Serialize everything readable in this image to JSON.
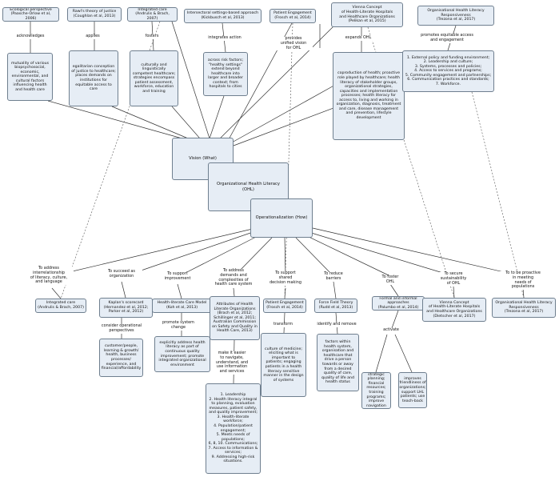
{
  "nodes": {
    "vision": "Vision (What)",
    "ohl": "Organizational Health Literacy (OHL)",
    "operationalization": "Operationalization (How)",
    "ecological": "Ecological perspective\n(Paasche-Orlow et al, 2006)",
    "rawls": "Rawl's theory of justice\n(Coughlan et al, 2013)",
    "integrated_top": "Integrated care\n(Andrulis & Brach, 2007)",
    "intersectoral": "Intersectoral settings-based approach\n(Kickbusch et al, 2013)",
    "patient_top": "Patient Engagement\n(Frosch et al, 2014)",
    "vienna_top": "Vienna Concept\nof Health-Literate Hospitals\nand Healthcare Organizations\n(Pelikan et al, 2015)",
    "ohlr_top": "Organisational Health Literacy\nResponsiveness\n(Trezona et al, 2017)",
    "mutuality": "mutuality of various biopsychosocial, economic, environmental, and cultural factors influencing health and health care",
    "egalitarian": "egalitarian conception of justice to healthcare; places demands on institutions for equitable access to care",
    "culturally": "culturally and linguistically competent healthcare; strategies encompass patient assessment, workforce, education and training",
    "across_risk": "across risk factors; \"healthy settings\" extend beyond healthcare into larger and broader context; from hospitals to cities",
    "coproduction": "coproduction of health; proactive role played by healthcare; health literacy of stakeholder groups, organizational strategies, capacities and implementation processes; health literacy for access to, living and working in organization, diagnosis, treatment and care, disease management and prevention, lifestyle development",
    "policy_list": "1. External policy and funding environment;\n2. Leadership and culture;\n3. Systems, processes and policies;\n4. Access to services and programs;\n5. Community engagement and partnerships;\n6. Communication practices and standards;\n7. Workforce.",
    "integrated_bottom": "Integrated care\n(Andrulis & Brach, 2007)",
    "kaplan": "Kaplan's scorecard\n(Hernandez et al, 2012;\nParker et al, 2012)",
    "hlcm": "Health-literate Care Model\n(Koh et al, 2013)",
    "attributes": "Attributes of Health Literate Organizations (Brach et al, 2012; Schillinger et al, 2011; Australian Commission on Safety and Quality in Health Care, 2013)",
    "patient_bottom": "Patient Engagement\n(Frosch et al, 2014)",
    "force_field": "Force Field Theory\n(Rudd et al, 2013)",
    "formal": "Formal and informal approaches\n(Palumbo et al, 2014)",
    "vienna_bottom": "Vienna Concept\nof Health-Literate Hospitals\nand Healthcare Organizations\n(Dietscher et al, 2017)",
    "ohlr_bottom": "Organisational Health Literacy\nResponsiveness\n(Trezona et al, 2017)",
    "customer": "customer/people, learning & growth/ health, business processes/ experience, and financial/affordability",
    "explicitly": "explicitly address health literacy as part of continuous quality improvement; promote integrated organizational environment",
    "leadership_list": "1. Leadership\n2. Health literacy integral to planning, evaluation measures, patient safety, and quality improvement;\n3. Health-literate workforce;\n4. Population/patient engagement;\n5. Meets needs of populations;\n6, 8, 10. Communications;\n7. Access to information & services;\n9. Addressing high-risk situations.",
    "culture_medicine": "culture of medicine; eliciting what is important to patients; engaging patients in a health literacy sensitive manner in the design of systems",
    "factors": "factors within health system, organisation and healthcare that drive a person towards or away from a desired quality of care, quality of life and health status",
    "strategic": "strategic planning; financial resources; training programs; improve navigation",
    "improves": "improves friendliness of organizations; support LHL patients; use teach-back"
  },
  "labels": {
    "acknowledges": "acknowledges",
    "applies": "applies",
    "fosters": "fosters",
    "integrates": "integrates action",
    "provides": "provides\nunified vision\nfor OHL",
    "expands": "expands OHL",
    "promotes_access": "promotes equitable access\nand engagement",
    "address_interrelationship": "To address\ninterrelationship\nof literacy, culture,\nand language",
    "succeed": "To succeed as\norganization",
    "support_improvement": "To support\nimprovement",
    "address_demands": "To address\ndemands and\ncomplexities of\nhealth care system",
    "support_decision": "To support\nshared\ndecision making",
    "reduce_barriers": "To reduce\nbarriers",
    "foster_ohl": "To foster\nOHL",
    "secure": "To secure\nsustainability\nof OHL",
    "proactive": "To to be proactive\nin meeting\nneeds of\npopulations",
    "consider": "consider operational\nperspectives",
    "promote_change": "promote system\nchange",
    "make_easier": "make it easier\nto navigate,\nunderstand, and\nuse information\nand services",
    "transform": "transform",
    "identify": "identify and remove",
    "activate": "activate"
  },
  "colors": {
    "node_fill": "#e6edf5",
    "node_border": "#6f7f8f",
    "line": "#333333"
  }
}
